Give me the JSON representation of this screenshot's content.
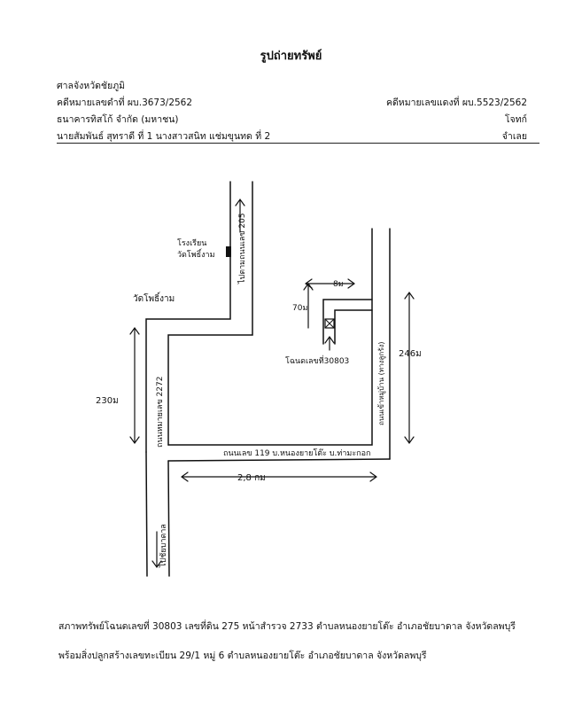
{
  "document": {
    "title": "รูปถ่ายทรัพย์",
    "header_left": [
      "ศาลจังหวัดชัยภูมิ",
      "คดีหมายเลขดำที่ ผบ.3673/2562",
      "ธนาคารทิสโก้ จำกัด (มหาชน)",
      "นายสัมพันธ์ สุทราดี ที่ 1 นางสาวสนิท แช่มขุนทด ที่ 2"
    ],
    "header_right": [
      "คดีหมายเลขแดงที่ ผบ.5523/2562",
      "โจทก์",
      "จำเลย"
    ],
    "footer": [
      "สภาพทรัพย์โฉนดเลขที่ 30803 เลขที่ดิน 275 หน้าสำรวจ 2733 ตำบลหนองยายโต๊ะ อำเภอชัยบาดาล จังหวัดลพบุรี",
      "พร้อมสิ่งปลูกสร้างเลขทะเบียน 29/1 หมู่ 6  ตำบลหนองยายโต๊ะ อำเภอชัยบาดาล จังหวัดลพบุรี"
    ]
  },
  "map": {
    "road_205": "ไปตามถนนเลข 205",
    "school": "โรงเรียน",
    "temple_small": "วัดโพธิ์งาม",
    "temple": "วัดโพธิ์งาม",
    "road_2272": "ถนนหมายเลข 2272",
    "dist_230": "230ม",
    "to_chaibadan": "ไปชัยบาดาล",
    "dist_8m": "8ม",
    "dist_70m": "70ม",
    "deed": "โฉนดเลขที่30803",
    "village_road": "ถนนเข้าหมู่บ้าน (ทางลูกรัง)",
    "dist_246": "246ม",
    "road_119": "ถนนเลข 119 บ.หนองยายโต๊ะ บ.ท่ามะกอก",
    "dist_28": "2,8 กม"
  }
}
